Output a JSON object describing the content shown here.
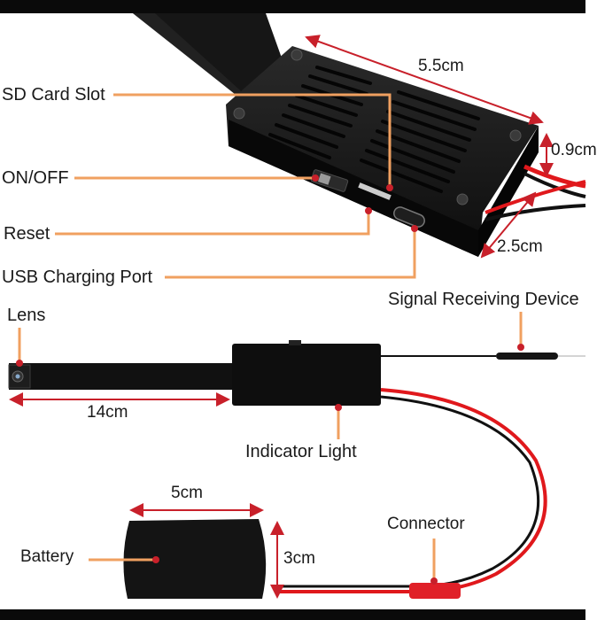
{
  "labels": {
    "sd_card_slot": "SD Card Slot",
    "on_off": "ON/OFF",
    "reset": "Reset",
    "usb_charging_port": "USB Charging Port",
    "lens": "Lens",
    "signal_receiving_device": "Signal Receiving Device",
    "indicator_light": "Indicator Light",
    "battery": "Battery",
    "connector": "Connector"
  },
  "dimensions": {
    "module_length": "5.5cm",
    "module_thickness": "0.9cm",
    "module_width": "2.5cm",
    "lens_ribbon_length": "14cm",
    "battery_length": "5cm",
    "battery_width": "3cm"
  },
  "colors": {
    "callout": "#f0a060",
    "dimension": "#c8202a",
    "device": "#111111",
    "red_wire": "#e0181c"
  }
}
